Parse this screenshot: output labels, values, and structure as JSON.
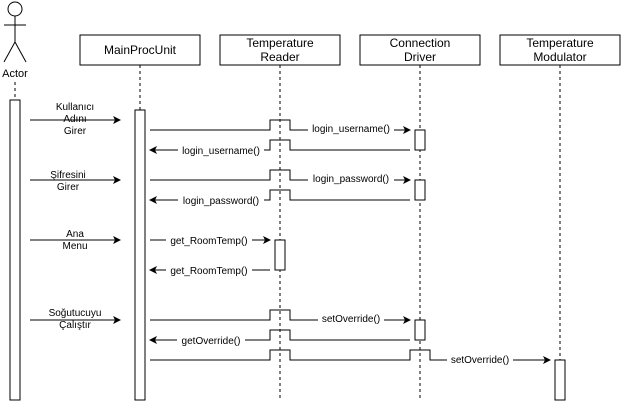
{
  "actor": {
    "label": "Actor"
  },
  "participants": [
    {
      "id": "main",
      "label_lines": [
        "MainProcUnit"
      ]
    },
    {
      "id": "reader",
      "label_lines": [
        "Temperature",
        "Reader"
      ]
    },
    {
      "id": "driver",
      "label_lines": [
        "Connection",
        "Driver"
      ]
    },
    {
      "id": "modulator",
      "label_lines": [
        "Temperature",
        "Modulator"
      ]
    }
  ],
  "actor_messages": [
    {
      "lines": [
        "Kullanıcı",
        "Adını",
        "Girer"
      ]
    },
    {
      "lines": [
        "Şifresini",
        "Girer"
      ]
    },
    {
      "lines": [
        "Ana",
        "Menu"
      ]
    },
    {
      "lines": [
        "Soğutucuyu",
        "Çalıştır"
      ]
    }
  ],
  "messages": [
    {
      "id": "login-username-call",
      "label": "login_username()"
    },
    {
      "id": "login-username-return",
      "label": "login_username()"
    },
    {
      "id": "login-password-call",
      "label": "login_password()"
    },
    {
      "id": "login-password-return",
      "label": "login_password()"
    },
    {
      "id": "get-roomtemp-call",
      "label": "get_RoomTemp()"
    },
    {
      "id": "get-roomtemp-return",
      "label": "get_RoomTemp()"
    },
    {
      "id": "setoverride-call",
      "label": "setOverride()"
    },
    {
      "id": "getoverride-return",
      "label": "getOverride()"
    },
    {
      "id": "setoverride-modulator",
      "label": "setOverride()"
    }
  ],
  "colors": {
    "line": "#000000",
    "background": "#ffffff"
  }
}
